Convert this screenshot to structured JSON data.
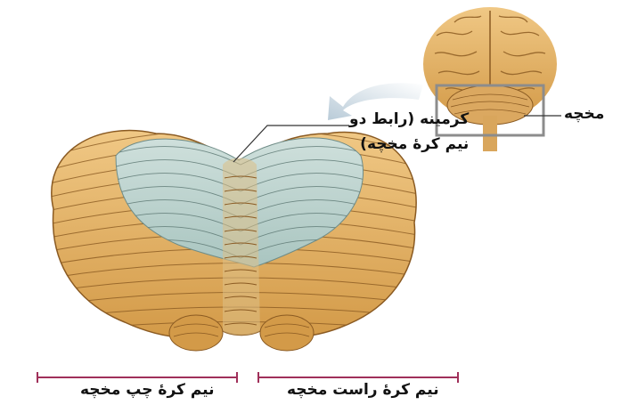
{
  "labels": {
    "vermis_line1": "کرمینه (رابط دو",
    "vermis_line2": "نیم کرۀ مخچه)",
    "cerebellum": "مخچه",
    "left_hemisphere": "نیم کرۀ چپ مخچه",
    "right_hemisphere": "نیم کرۀ راست مخچه"
  },
  "colors": {
    "bracket": "#a0305a",
    "tissue": "#e0b266",
    "vermis": "#b9d2cd",
    "arrow": "#c9d6df"
  }
}
